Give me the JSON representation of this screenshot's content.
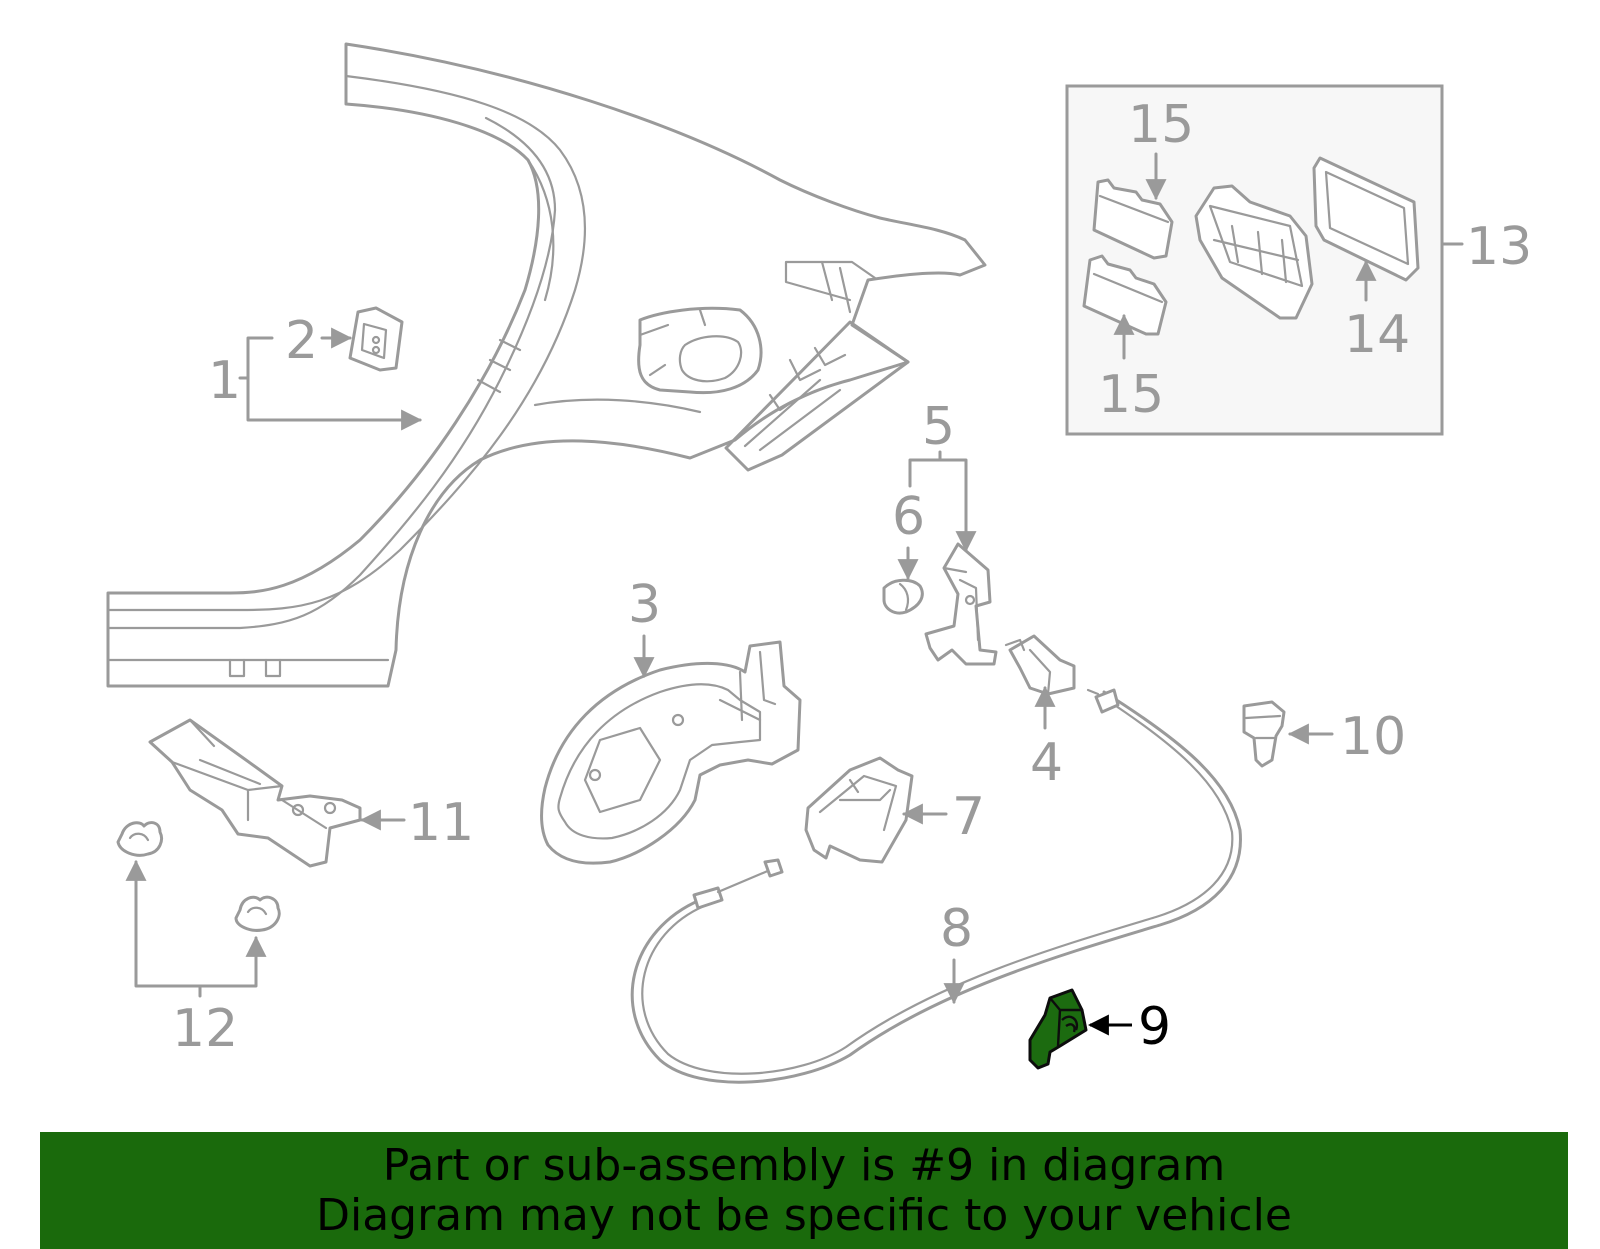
{
  "callouts": {
    "c1": "1",
    "c2": "2",
    "c3": "3",
    "c4": "4",
    "c5": "5",
    "c6": "6",
    "c7": "7",
    "c8": "8",
    "c9": "9",
    "c10": "10",
    "c11": "11",
    "c12": "12",
    "c13": "13",
    "c14": "14",
    "c15a": "15",
    "c15b": "15"
  },
  "highlighted_part": "9",
  "colors": {
    "line": "#9a9a9a",
    "highlight_fill": "#1c6b10",
    "banner_bg": "#1a6a0c",
    "text_highlight": "#000000"
  },
  "banner": {
    "line1": "Part or sub-assembly is #9 in diagram",
    "line2": "Diagram may not be specific to your vehicle"
  }
}
